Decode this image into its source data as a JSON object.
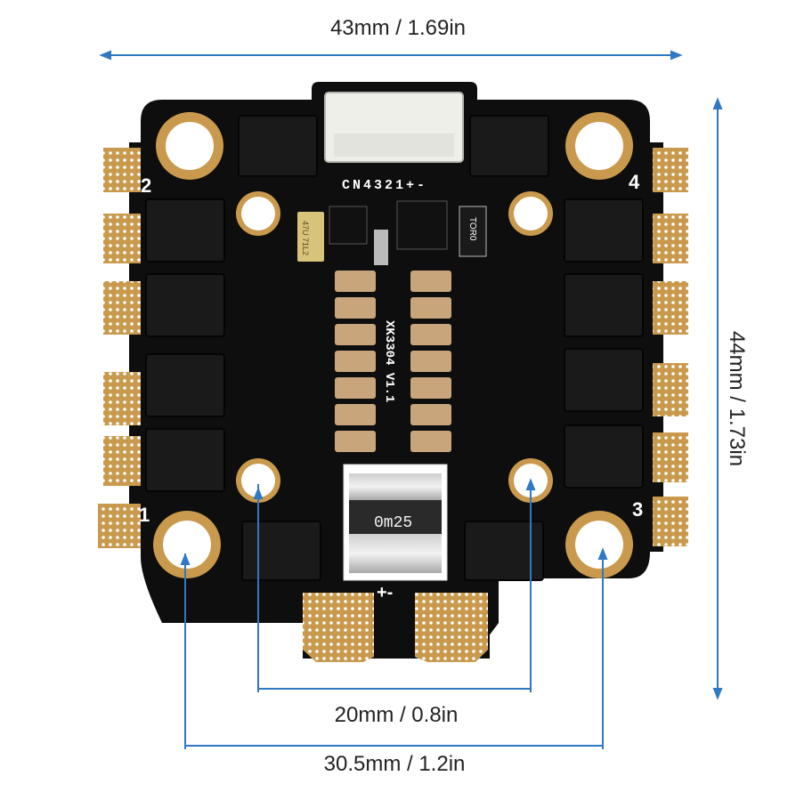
{
  "dimensions": {
    "width": "43mm / 1.69in",
    "height": "44mm / 1.73in",
    "mount_inner": "20mm / 0.8in",
    "mount_outer": "30.5mm / 1.2in"
  },
  "board": {
    "connector_label": "CN4321+-",
    "model_label": "XK3304 V1.1",
    "shunt_label": "0m25",
    "power_label": "+-",
    "motor_numbers": [
      "1",
      "2",
      "3",
      "4"
    ],
    "cap_label": "47U\n71L2",
    "small_chip_label": "TOR0"
  },
  "colors": {
    "pcb": "#0e0e0e",
    "gold": "#c99a4d",
    "dimension_line": "#2f78c4",
    "mosfet": "#1a1a1a"
  }
}
